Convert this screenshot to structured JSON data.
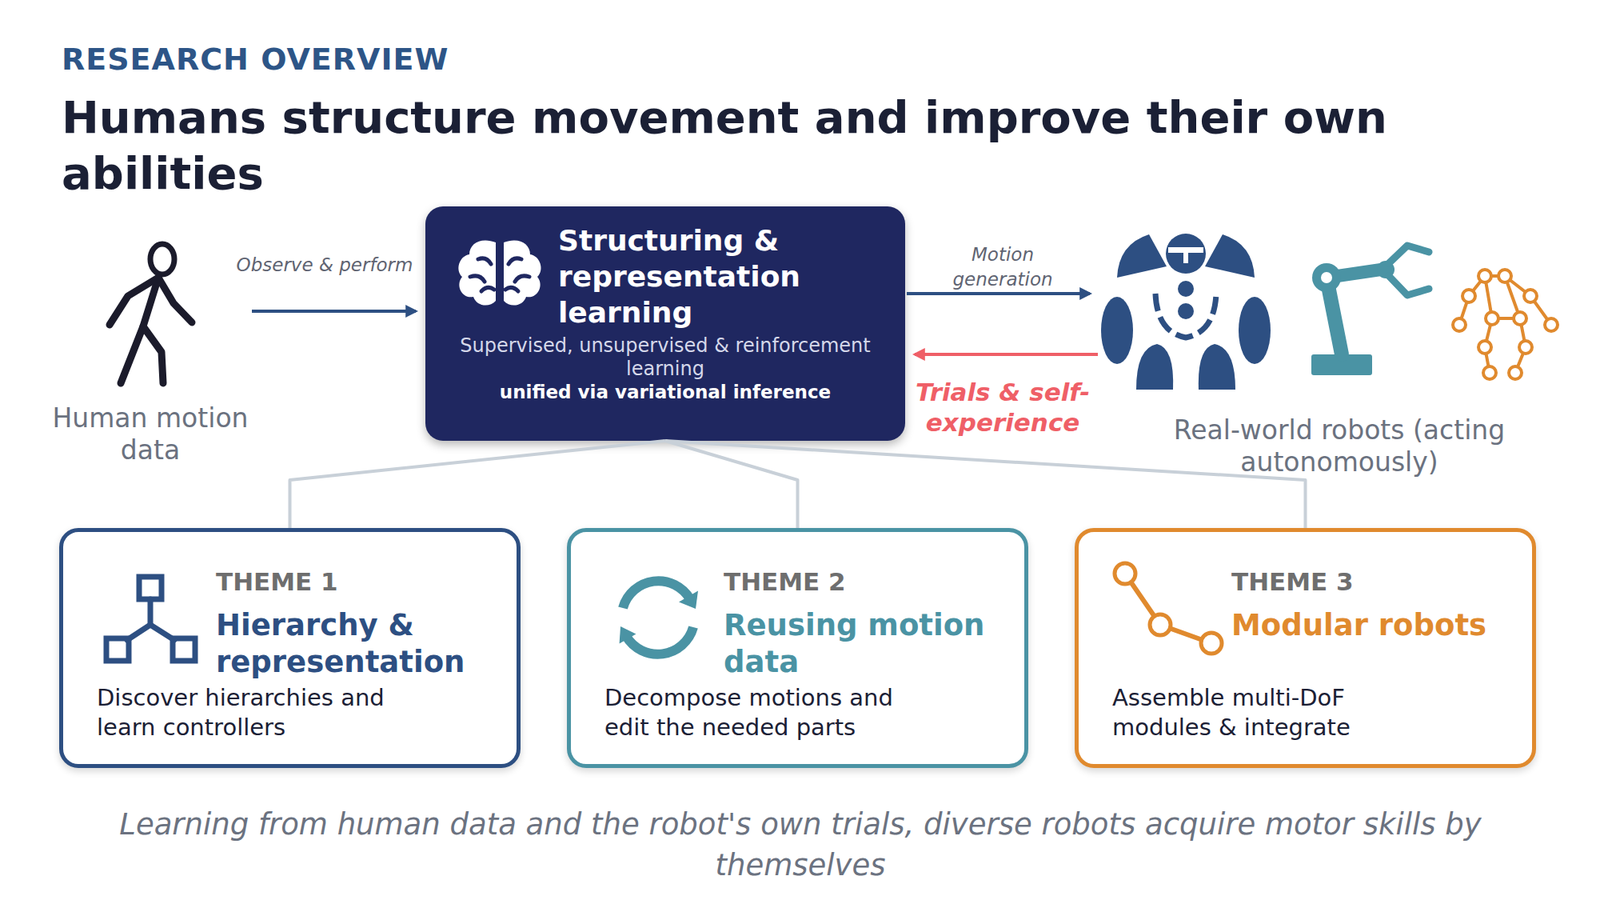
{
  "diagram": {
    "title": "Humans structure movement and improve their own abilities",
    "caption": "Learning from human data and the robot's own trials, diverse robots acquire motor skills by themselves",
    "nodes": [
      {
        "text": [
          "Human motion data"
        ]
      },
      {
        "text": [
          "Structuring & representation learning",
          "Supervised, unsupervised & reinforcement learning",
          "unified via variational inference"
        ]
      },
      {
        "text": [
          "Real-world robots (acting autonomously)"
        ]
      },
      {
        "text": [
          "THEME 1",
          "Hierarchy & representation",
          "Discover hierarchies and learn controllers"
        ]
      },
      {
        "text": [
          "THEME 2",
          "Reusing motion data",
          "Decompose motions and edit the needed parts"
        ]
      },
      {
        "text": [
          "THEME 3",
          "Modular robots",
          "Assemble multi-DoF modules & integrate"
        ]
      }
    ],
    "edges": [
      {
        "from": 0,
        "to": 1,
        "arrow": "to",
        "label": "Observe & perform"
      },
      {
        "from": 1,
        "to": 2,
        "arrow": "to",
        "label": "Motion generation"
      },
      {
        "from": 2,
        "to": 1,
        "arrow": "to",
        "label": "Trials & self-experience"
      },
      {
        "from": 1,
        "to": 3,
        "arrow": "none"
      },
      {
        "from": 1,
        "to": 4,
        "arrow": "none"
      },
      {
        "from": 1,
        "to": 5,
        "arrow": "none"
      }
    ],
    "labels": [
      "RESEARCH OVERVIEW"
    ]
  }
}
